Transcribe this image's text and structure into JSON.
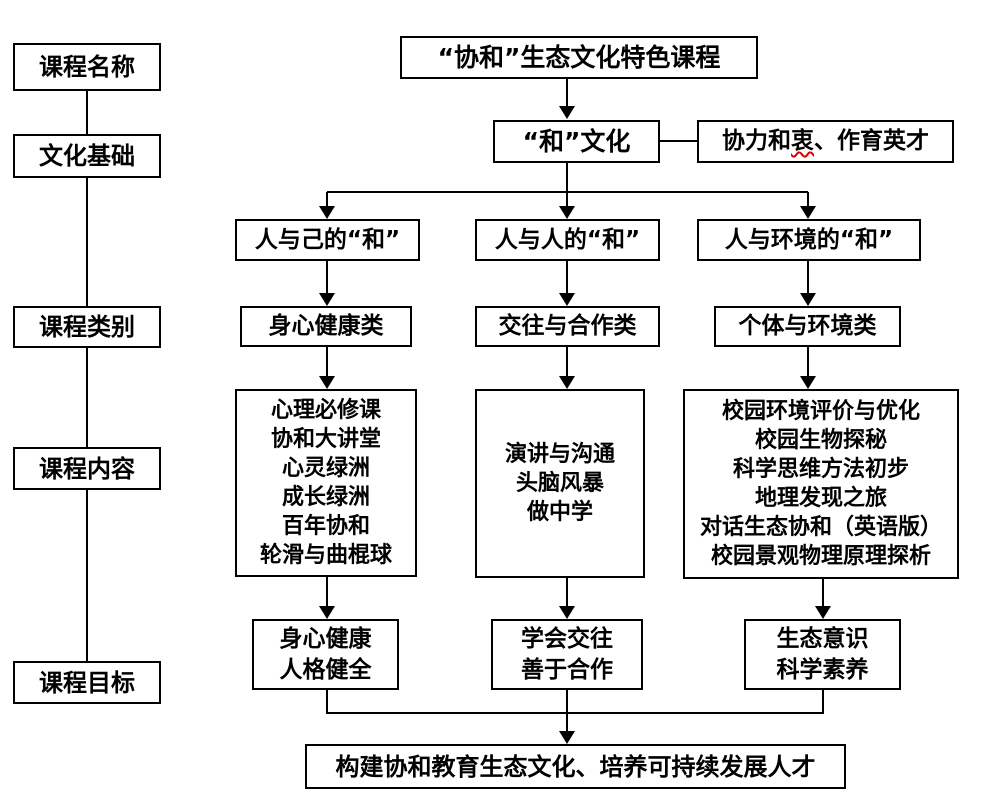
{
  "colors": {
    "background": "#ffffff",
    "line": "#000000",
    "box_border": "#000000",
    "text": "#000000",
    "spellcheck_underline": "#e00000"
  },
  "diagram": {
    "row_labels": [
      "课程名称",
      "文化基础",
      "课程类别",
      "课程内容",
      "课程目标"
    ],
    "title": "“协和”生态文化特色课程",
    "culture_label": "“和”文化",
    "motto": {
      "before": "协力和",
      "misspelled": "衷",
      "after": "、作育英才"
    },
    "columns": [
      {
        "harmony": "人与己的“和”",
        "category": "身心健康类",
        "contents": [
          "心理必修课",
          "协和大讲堂",
          "心灵绿洲",
          "成长绿洲",
          "百年协和",
          "轮滑与曲棍球"
        ],
        "goals": [
          "身心健康",
          "人格健全"
        ]
      },
      {
        "harmony": "人与人的“和”",
        "category": "交往与合作类",
        "contents": [
          "演讲与沟通",
          "头脑风暴",
          "做中学"
        ],
        "goals": [
          "学会交往",
          "善于合作"
        ]
      },
      {
        "harmony": "人与环境的“和”",
        "category": "个体与环境类",
        "contents": [
          "校园环境评价与优化",
          "校园生物探秘",
          "科学思维方法初步",
          "地理发现之旅",
          "对话生态协和（英语版）",
          "校园景观物理原理探析"
        ],
        "goals": [
          "生态意识",
          "科学素养"
        ]
      }
    ],
    "outcome": "构建协和教育生态文化、培养可持续发展人才"
  }
}
